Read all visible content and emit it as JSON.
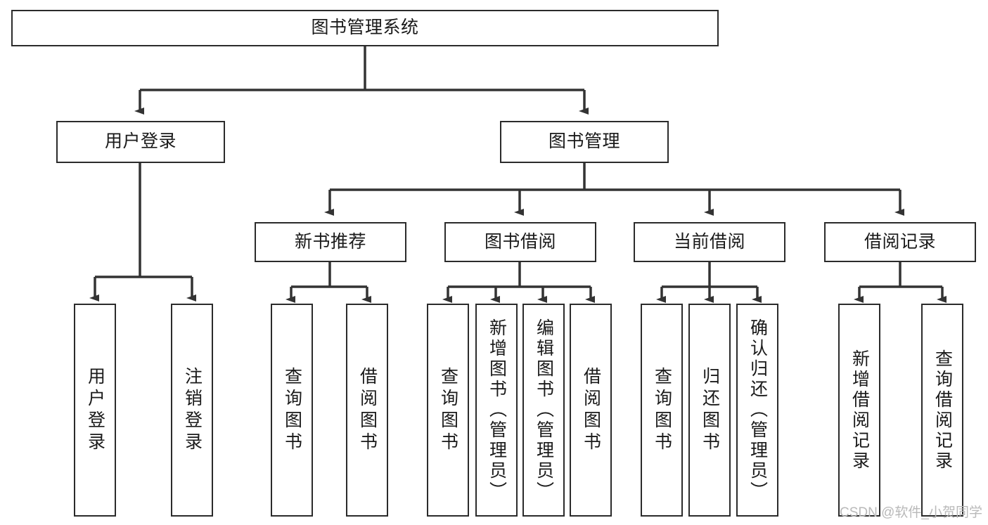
{
  "diagram": {
    "type": "tree-hierarchy",
    "title": "图书管理系统",
    "watermark": "CSDN @软件_小贺同学",
    "colors": {
      "box_border": "#2b2b2b",
      "box_fill": "#ffffff",
      "connector": "#333333",
      "text": "#1a1a1a",
      "watermark": "#b9b9b9",
      "background": "#ffffff"
    },
    "levels": [
      {
        "level": 1,
        "nodes": [
          {
            "id": "root",
            "label": "图书管理系统",
            "orientation": "horizontal"
          }
        ]
      },
      {
        "level": 2,
        "nodes": [
          {
            "id": "user-login",
            "label": "用户登录",
            "orientation": "horizontal",
            "parent": "root"
          },
          {
            "id": "book-manage",
            "label": "图书管理",
            "orientation": "horizontal",
            "parent": "root"
          }
        ]
      },
      {
        "level": 3,
        "nodes": [
          {
            "id": "new-book-rec",
            "label": "新书推荐",
            "orientation": "horizontal",
            "parent": "book-manage"
          },
          {
            "id": "book-borrow",
            "label": "图书借阅",
            "orientation": "horizontal",
            "parent": "book-manage"
          },
          {
            "id": "current-borrow",
            "label": "当前借阅",
            "orientation": "horizontal",
            "parent": "book-manage"
          },
          {
            "id": "borrow-record",
            "label": "借阅记录",
            "orientation": "horizontal",
            "parent": "book-manage"
          }
        ]
      },
      {
        "level": 4,
        "nodes": [
          {
            "id": "leaf-user-login",
            "label": "用户登录",
            "orientation": "vertical",
            "parent": "user-login"
          },
          {
            "id": "leaf-user-logout",
            "label": "注销登录",
            "orientation": "vertical",
            "parent": "user-login"
          },
          {
            "id": "leaf-query-book-1",
            "label": "查询图书",
            "orientation": "vertical",
            "parent": "new-book-rec"
          },
          {
            "id": "leaf-borrow-book-1",
            "label": "借阅图书",
            "orientation": "vertical",
            "parent": "new-book-rec"
          },
          {
            "id": "leaf-query-book-2",
            "label": "查询图书",
            "orientation": "vertical",
            "parent": "book-borrow"
          },
          {
            "id": "leaf-add-book",
            "label": "新增图书（管理员）",
            "orientation": "vertical",
            "parent": "book-borrow"
          },
          {
            "id": "leaf-edit-book",
            "label": "编辑图书（管理员）",
            "orientation": "vertical",
            "parent": "book-borrow"
          },
          {
            "id": "leaf-borrow-book-2",
            "label": "借阅图书",
            "orientation": "vertical",
            "parent": "book-borrow"
          },
          {
            "id": "leaf-query-book-3",
            "label": "查询图书",
            "orientation": "vertical",
            "parent": "current-borrow"
          },
          {
            "id": "leaf-return-book",
            "label": "归还图书",
            "orientation": "vertical",
            "parent": "current-borrow"
          },
          {
            "id": "leaf-confirm-return",
            "label": "确认归还（管理员）",
            "orientation": "vertical",
            "parent": "current-borrow"
          },
          {
            "id": "leaf-add-record",
            "label": "新增借阅记录",
            "orientation": "vertical",
            "parent": "borrow-record"
          },
          {
            "id": "leaf-query-record",
            "label": "查询借阅记录",
            "orientation": "vertical",
            "parent": "borrow-record"
          }
        ]
      }
    ]
  }
}
